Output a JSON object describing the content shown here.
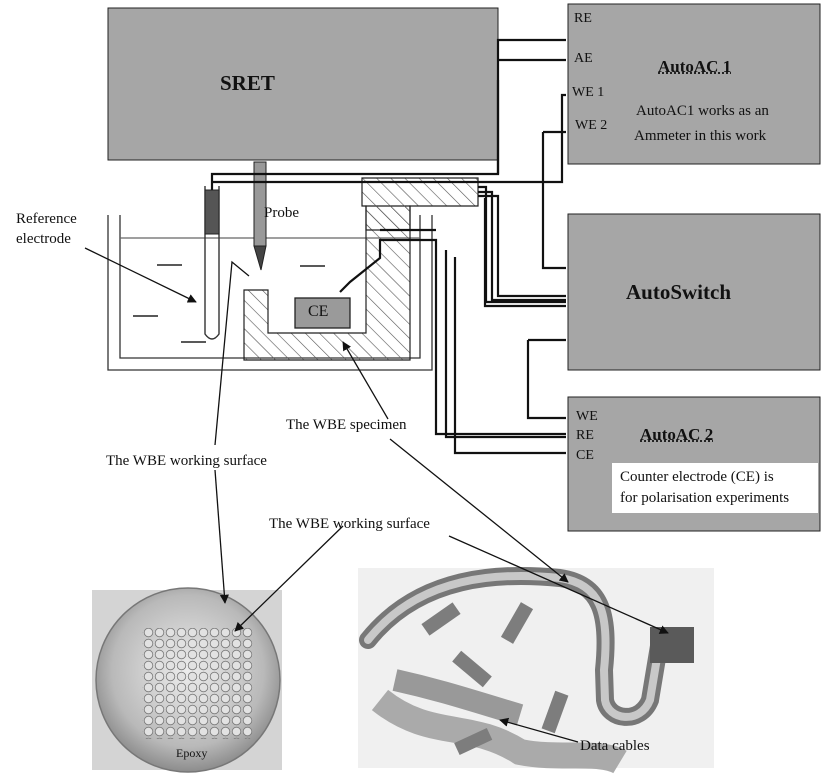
{
  "sret": {
    "title": "SRET",
    "probe_label": "Probe"
  },
  "autoac1": {
    "title": "AutoAC 1",
    "ports": [
      "RE",
      "AE",
      "WE 1",
      "WE 2"
    ],
    "note_line1": "AutoAC1 works as an",
    "note_line2": "Ammeter in this work"
  },
  "autoswitch": {
    "title": "AutoSwitch"
  },
  "autoac2": {
    "title": "AutoAC 2",
    "ports": [
      "WE",
      "RE",
      "CE"
    ],
    "note_line1": "Counter electrode (CE) is",
    "note_line2": "for polarisation experiments"
  },
  "cell": {
    "reference_line1": "Reference",
    "reference_line2": "electrode",
    "ce_label": "CE"
  },
  "annotations": {
    "wbe_specimen": "The WBE specimen",
    "wbe_working_surface_1": "The WBE working surface",
    "wbe_working_surface_2": "The WBE working surface",
    "epoxy": "Epoxy",
    "data_cables": "Data cables"
  },
  "colors": {
    "box_fill": "#a6a6a6",
    "line": "#111111",
    "hatch": "#555555"
  }
}
